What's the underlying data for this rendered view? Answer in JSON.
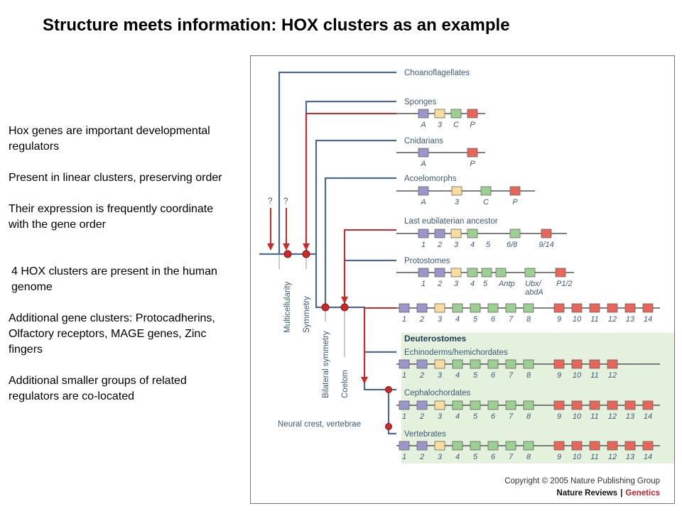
{
  "title": "Structure meets information: HOX clusters as an example",
  "bullets": [
    "Hox genes are important developmental regulators",
    "Present in linear clusters, preserving order",
    "Their expression is frequently coordinate with the gene order",
    "4 HOX clusters are present in the human genome",
    "Additional gene clusters: Protocadherins, Olfactory receptors, MAGE genes, Zinc fingers",
    "Additional smaller groups of related regulators are co-located"
  ],
  "figure": {
    "taxa": [
      "Choanoflagellates",
      "Sponges",
      "Cnidarians",
      "Acoelomorphs",
      "Last eubilaterian ancestor",
      "Protostomes"
    ],
    "deuterostomes_header": "Deuterostomes",
    "deuterostome_taxa": [
      "Echinoderms/hemichordates",
      "Cephalochordates",
      "Vertebrates"
    ],
    "innovations": [
      "Multicellularity",
      "Symmetry",
      "Bilateral symmetry",
      "Coelom",
      "Neural crest, vertebrae"
    ],
    "unknown_mark": "?",
    "gene_labels": {
      "sponges": [
        "A",
        "3",
        "C",
        "P"
      ],
      "cnidarians": [
        "A",
        "P"
      ],
      "acoelomorphs": [
        "A",
        "3",
        "C",
        "P"
      ],
      "eubilaterian": [
        "1",
        "2",
        "3",
        "4",
        "5",
        "6/8",
        "9/14"
      ],
      "protostomes": [
        "1",
        "2",
        "3",
        "4",
        "5",
        "Antp",
        "Ubx/",
        "abdA",
        "P1/2"
      ],
      "echinoderms": [
        "1",
        "2",
        "3",
        "4",
        "5",
        "6",
        "7",
        "8",
        "9",
        "10",
        "11",
        "12"
      ],
      "full": [
        "1",
        "2",
        "3",
        "4",
        "5",
        "6",
        "7",
        "8",
        "9",
        "10",
        "11",
        "12",
        "13",
        "14"
      ]
    },
    "colors": {
      "anterior": "#9b96c9",
      "group3": "#f9dca0",
      "central": "#9ccf92",
      "posterior": "#e8655a",
      "tree": "#4f6a86",
      "arrow": "#cc2a2a",
      "panel": "#e4f1dd"
    },
    "copyright": "Copyright © 2005 Nature Publishing Group",
    "journal": "Nature Reviews",
    "journal_sep": "|",
    "journal_section": "Genetics"
  }
}
